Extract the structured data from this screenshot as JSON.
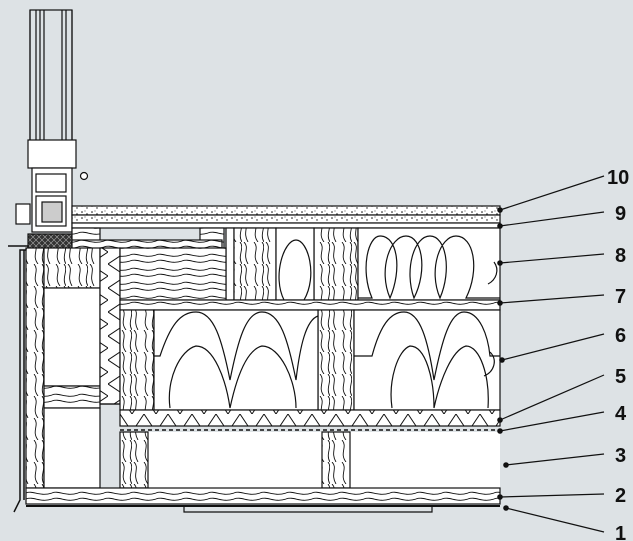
{
  "colors": {
    "background": "#dde2e5",
    "line": "#111111",
    "fill_white": "#ffffff",
    "gasket": "#333333"
  },
  "icons": {
    "insulation": "insulation-batt-icon",
    "wood": "wood-grain-hatch-icon",
    "gravel": "gravel-stipple-icon"
  },
  "labels": {
    "l1": "1",
    "l2": "2",
    "l3": "3",
    "l4": "4",
    "l5": "5",
    "l6": "6",
    "l7": "7",
    "l8": "8",
    "l9": "9",
    "l10": "10"
  }
}
